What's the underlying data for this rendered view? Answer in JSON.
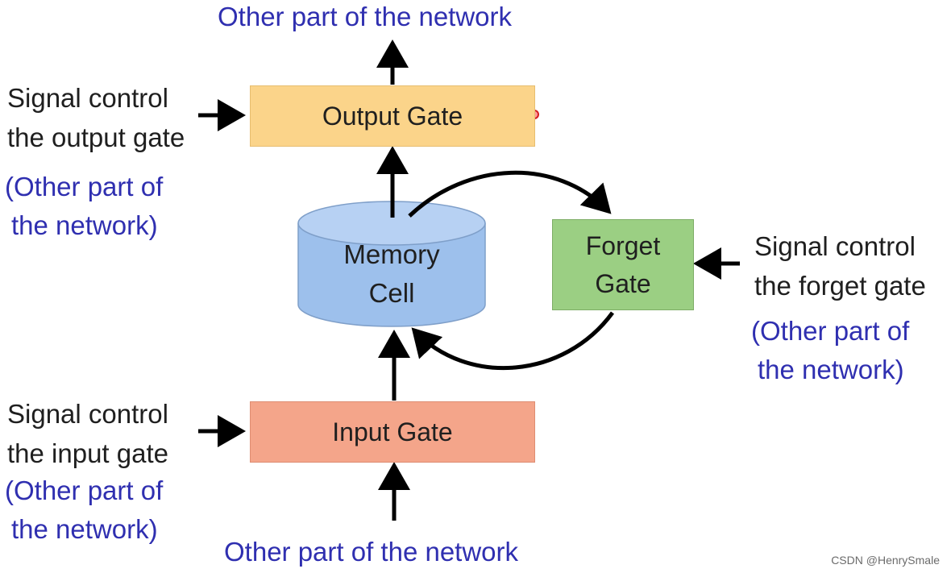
{
  "top_label": "Other part of the network",
  "bottom_label": "Other part of the network",
  "output_gate": {
    "label": "Output Gate",
    "signal_line1": "Signal control",
    "signal_line2": "the output gate",
    "source_line1": "(Other part of",
    "source_line2": "the network)"
  },
  "memory_cell": {
    "line1": "Memory",
    "line2": "Cell"
  },
  "forget_gate": {
    "line1": "Forget",
    "line2": "Gate",
    "signal_line1": "Signal control",
    "signal_line2": "the forget gate",
    "source_line1": "(Other part of",
    "source_line2": "the network)"
  },
  "input_gate": {
    "label": "Input Gate",
    "signal_line1": "Signal control",
    "signal_line2": "the input gate",
    "source_line1": "(Other part of",
    "source_line2": "the network)"
  },
  "watermark": "CSDN @HenrySmale",
  "colors": {
    "output_gate": "#fbd48a",
    "input_gate": "#f4a58a",
    "forget_gate": "#9bcf83",
    "memory_cell": "#9dc0ec",
    "blue_text": "#2f2fb0",
    "arrow": "#000000"
  }
}
